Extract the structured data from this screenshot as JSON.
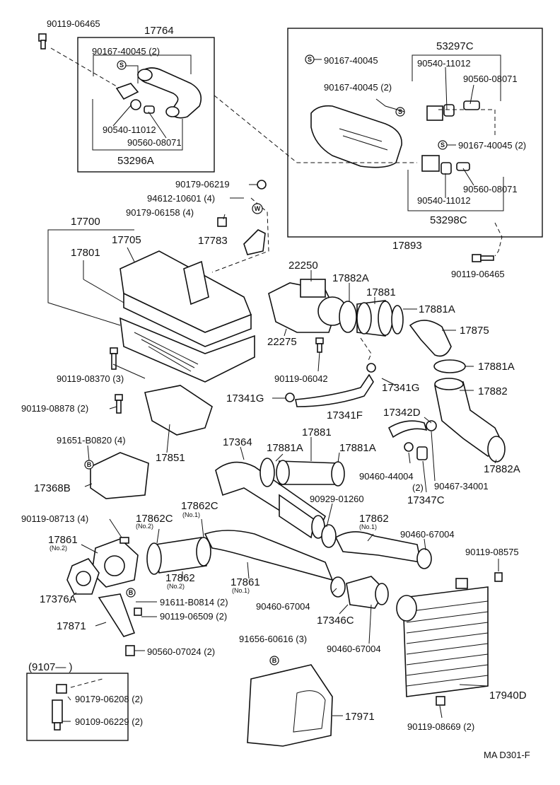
{
  "title": "",
  "footer_code": "MA D301-F",
  "range_label": "(9107—        )",
  "symbols": {
    "s": "S",
    "w": "W",
    "b": "B"
  },
  "labels": {
    "p90119_06465_top": "90119-06465",
    "p17764": "17764",
    "p90167_40045_2a": "90167-40045 (2)",
    "p90540_11012_a": "90540-11012",
    "p90560_08071_a": "90560-08071",
    "p53296A": "53296A",
    "p53297C": "53297C",
    "p90167_40045_b": "90167-40045",
    "p90540_11012_b": "90540-11012",
    "p90560_08071_b": "90560-08071",
    "p90167_40045_2c": "90167-40045 (2)",
    "p90167_40045_2d": "90167-40045 (2)",
    "p90560_08071_c": "90560-08071",
    "p90540_11012_c": "90540-11012",
    "p53298C": "53298C",
    "p17893": "17893",
    "p90119_06465_b": "90119-06465",
    "p90179_06219": "90179-06219",
    "p94612_10601": "94612-10601 (4)",
    "p90179_06158": "90179-06158 (4)",
    "p17783": "17783",
    "p17700": "17700",
    "p17705": "17705",
    "p17801": "17801",
    "p22250": "22250",
    "p17882A_top": "17882A",
    "p17881_top": "17881",
    "p17881A_top": "17881A",
    "p17875": "17875",
    "p22275": "22275",
    "p90119_06042": "90119-06042",
    "p17341G_r": "17341G",
    "p17881A_r": "17881A",
    "p90119_08370": "90119-08370 (3)",
    "p17882": "17882",
    "p17341G_l": "17341G",
    "p17341F": "17341F",
    "p17342D": "17342D",
    "p90119_08878": "90119-08878 (2)",
    "p17851": "17851",
    "p91651_B0820": "91651-B0820 (4)",
    "p17364": "17364",
    "p17881_mid": "17881",
    "p17881A_mid1": "17881A",
    "p17881A_mid2": "17881A",
    "p90460_44004": "90460-44004",
    "p90460_44004_q": "(2)",
    "p90467_34001": "90467-34001",
    "p17882A_r": "17882A",
    "p17347C": "17347C",
    "p17368B": "17368B",
    "p90929_01260": "90929-01260",
    "p90119_08713": "90119-08713 (4)",
    "p17862C_a": "17862C",
    "p17862C_a_sub": "(No.2)",
    "p17862C_b": "17862C",
    "p17862C_b_sub": "(No.1)",
    "p17862_r": "17862",
    "p17862_r_sub": "(No.1)",
    "p90460_67004_a": "90460-67004",
    "p17861_l": "17861",
    "p17861_l_sub": "(No.2)",
    "p90119_08575": "90119-08575",
    "p17376A": "17376A",
    "p17862_m": "17862",
    "p17862_m_sub": "(No.2)",
    "p17861_m": "17861",
    "p17861_m_sub": "(No.1)",
    "p90460_67004_b": "90460-67004",
    "p91611_B0814": "91611-B0814 (2)",
    "p17346C": "17346C",
    "p17871": "17871",
    "p90119_06509": "90119-06509 (2)",
    "p91656_60616": "91656-60616 (3)",
    "p90460_67004_c": "90460-67004",
    "p90560_07024": "90560-07024 (2)",
    "p90179_06208": "90179-06208 (2)",
    "p17971": "17971",
    "p17940D": "17940D",
    "p90109_06229": "90109-06229 (2)",
    "p90119_08669": "90119-08669 (2)"
  }
}
